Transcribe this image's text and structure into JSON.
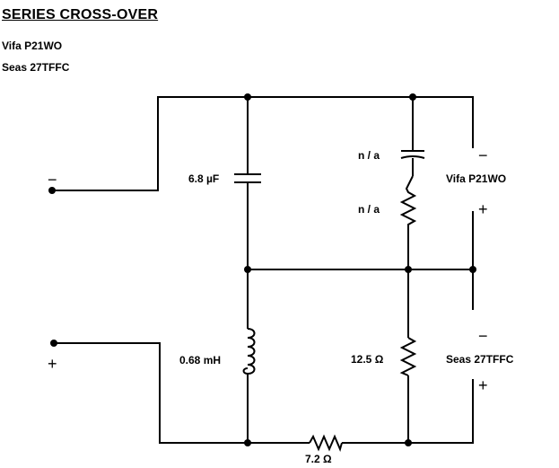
{
  "title": "SERIES CROSS-OVER",
  "drivers": {
    "woofer": "Vifa P21WO",
    "tweeter": "Seas 27TFFC"
  },
  "components": {
    "series_capacitor": "6.8 µF",
    "tweeter_cap": "n / a",
    "tweeter_resistor": "n / a",
    "inductor": "0.68 mH",
    "shunt_resistor": "12.5 Ω",
    "bottom_resistor": "7.2 Ω"
  },
  "terminals": {
    "input_negative": "−",
    "input_positive": "+",
    "woofer_negative": "−",
    "woofer_positive": "+",
    "tweeter_negative": "−",
    "tweeter_positive": "+"
  }
}
